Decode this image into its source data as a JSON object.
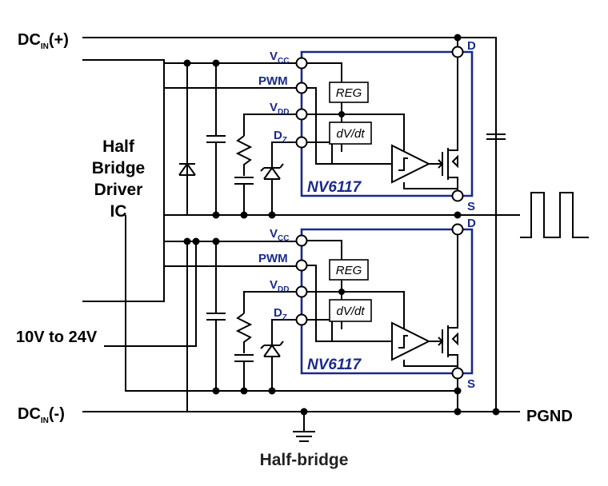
{
  "labels": {
    "dcin_pos_main": "DC",
    "dcin_pos_sub": "IN",
    "dcin_pos_suffix": "(+)",
    "dcin_neg_main": "DC",
    "dcin_neg_sub": "IN",
    "dcin_neg_suffix": "(-)",
    "driver_line1": "Half",
    "driver_line2": "Bridge",
    "driver_line3": "Driver",
    "driver_line4": "IC",
    "supply": "10V to 24V",
    "pgnd": "PGND",
    "caption": "Half-bridge"
  },
  "ics": [
    {
      "part": "NV6117",
      "pin_vcc": "V",
      "pin_vcc_sub": "CC",
      "pin_pwm": "PWM",
      "pin_vdd": "V",
      "pin_vdd_sub": "DD",
      "pin_dz": "D",
      "pin_dz_sub": "Z",
      "pin_d": "D",
      "pin_s": "S",
      "reg": "REG",
      "dvdt": "dV/dt"
    },
    {
      "part": "NV6117",
      "pin_vcc": "V",
      "pin_vcc_sub": "CC",
      "pin_pwm": "PWM",
      "pin_vdd": "V",
      "pin_vdd_sub": "DD",
      "pin_dz": "D",
      "pin_dz_sub": "Z",
      "pin_d": "D",
      "pin_s": "S",
      "reg": "REG",
      "dvdt": "dV/dt"
    }
  ],
  "colors": {
    "ic_outline": "#1a2a8c",
    "wire": "#000000"
  }
}
